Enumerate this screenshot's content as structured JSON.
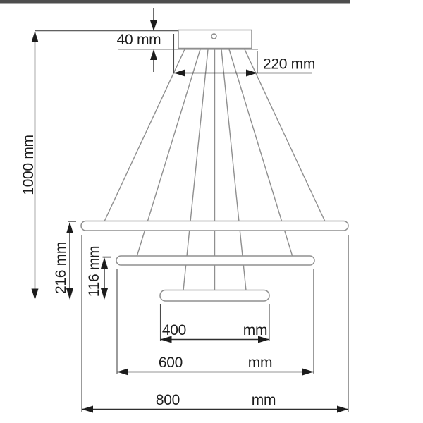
{
  "drawing": {
    "type": "pendant-lamp-dimension-drawing",
    "labels": {
      "canopy_height": "40 mm",
      "canopy_width": "220 mm",
      "overall_drop": "1000 mm",
      "large_ring_to_bottom": "216 mm",
      "middle_ring_to_bottom": "116 mm",
      "small_ring_diameter": {
        "value": "400",
        "unit": "mm"
      },
      "middle_ring_diameter": {
        "value": "600",
        "unit": "mm"
      },
      "large_ring_diameter": {
        "value": "800",
        "unit": "mm"
      }
    },
    "colors": {
      "background": "#ffffff",
      "top_bar": "#4d4d4d",
      "fixture_line": "#8f8f8f",
      "dimension_line": "#2e2e2e",
      "extension_line": "#4a4a4a",
      "arrow_and_text": "#1c1c1c"
    }
  }
}
